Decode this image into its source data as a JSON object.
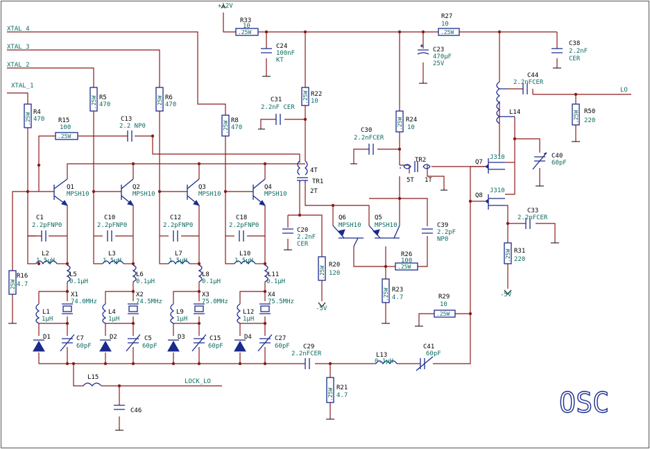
{
  "title": "OSC",
  "nets": {
    "supply": "+12V",
    "neg_supply_1": "-5V",
    "neg_supply_2": "-5V",
    "xtal_4": "XTAL_4",
    "xtal_3": "XTAL_3",
    "xtal_2": "XTAL_2",
    "xtal_1": "XTAL_1",
    "output": "LO",
    "lock": "LOCK_LO"
  },
  "resistors": [
    {
      "ref": "R33",
      "value": "10",
      "body": ".25W"
    },
    {
      "ref": "R27",
      "value": "10",
      "body": ".25W"
    },
    {
      "ref": "R4",
      "value": "470",
      "body": ".25W"
    },
    {
      "ref": "R5",
      "value": "470",
      "body": ".25W"
    },
    {
      "ref": "R6",
      "value": "470",
      "body": ".25W"
    },
    {
      "ref": "R8",
      "value": "470",
      "body": ".25W"
    },
    {
      "ref": "R15",
      "value": "100",
      "body": ".25W"
    },
    {
      "ref": "R22",
      "value": "10",
      "body": ".25W"
    },
    {
      "ref": "R24",
      "value": "10",
      "body": ".25W"
    },
    {
      "ref": "R50",
      "value": "220",
      "body": ".25W"
    },
    {
      "ref": "R16",
      "value": "4.7",
      "body": ".25W"
    },
    {
      "ref": "R20",
      "value": "120",
      "body": ".25W"
    },
    {
      "ref": "R26",
      "value": "100",
      "body": ".25W"
    },
    {
      "ref": "R23",
      "value": "4.7",
      "body": ".25W"
    },
    {
      "ref": "R29",
      "value": "10",
      "body": ".25W"
    },
    {
      "ref": "R31",
      "value": "220",
      "body": ".25W"
    },
    {
      "ref": "R21",
      "value": "4.7",
      "body": ".25W"
    }
  ],
  "capacitors": [
    {
      "ref": "C24",
      "value": "100nF",
      "value2": "KT"
    },
    {
      "ref": "C23",
      "value": "470µF",
      "value2": "25V"
    },
    {
      "ref": "C38",
      "value": "2.2nF",
      "value2": "CER"
    },
    {
      "ref": "C44",
      "value": "2.2nFCER"
    },
    {
      "ref": "C31",
      "value": "2.2nF CER"
    },
    {
      "ref": "C13",
      "value": "2.2 NP0"
    },
    {
      "ref": "C30",
      "value": "2.2nFCER"
    },
    {
      "ref": "C40",
      "value": "60pF"
    },
    {
      "ref": "C1",
      "value": "2.2pFNP0"
    },
    {
      "ref": "C10",
      "value": "2.2pFNP0"
    },
    {
      "ref": "C12",
      "value": "2.2pFNP0"
    },
    {
      "ref": "C18",
      "value": "2.2pFNP0"
    },
    {
      "ref": "C20",
      "value": "2.2nF",
      "value2": "CER"
    },
    {
      "ref": "C39",
      "value": "2.2pF",
      "value2": "NP0"
    },
    {
      "ref": "C33",
      "value": "2.2nFCER"
    },
    {
      "ref": "C7",
      "value": "60pF"
    },
    {
      "ref": "C5",
      "value": "60pF"
    },
    {
      "ref": "C15",
      "value": "60pF"
    },
    {
      "ref": "C27",
      "value": "60pF"
    },
    {
      "ref": "C29",
      "value": "2.2nFCER"
    },
    {
      "ref": "C41",
      "value": "60pF"
    },
    {
      "ref": "C46",
      "value": ""
    }
  ],
  "inductors": [
    {
      "ref": "L14",
      "value": ""
    },
    {
      "ref": "L2",
      "value": "1.5µH"
    },
    {
      "ref": "L3",
      "value": "1.5µH"
    },
    {
      "ref": "L7",
      "value": "1.5µH"
    },
    {
      "ref": "L10",
      "value": "1.5µH"
    },
    {
      "ref": "L5",
      "value": "0.1µH"
    },
    {
      "ref": "L6",
      "value": "0.1µH"
    },
    {
      "ref": "L8",
      "value": "0.1µH"
    },
    {
      "ref": "L11",
      "value": "0.1µH"
    },
    {
      "ref": "L1",
      "value": "1µH"
    },
    {
      "ref": "L4",
      "value": "1µH"
    },
    {
      "ref": "L9",
      "value": "1µH"
    },
    {
      "ref": "L12",
      "value": "1µH"
    },
    {
      "ref": "L13",
      "value": "0.1µH"
    },
    {
      "ref": "L15",
      "value": ""
    }
  ],
  "transistors": [
    {
      "ref": "Q1",
      "value": "MPSH10"
    },
    {
      "ref": "Q2",
      "value": "MPSH10"
    },
    {
      "ref": "Q3",
      "value": "MPSH10"
    },
    {
      "ref": "Q4",
      "value": "MPSH10"
    },
    {
      "ref": "Q6",
      "value": "MPSH10"
    },
    {
      "ref": "Q5",
      "value": "MPSH10"
    },
    {
      "ref": "Q7",
      "value": "J310"
    },
    {
      "ref": "Q8",
      "value": "J310"
    }
  ],
  "crystals": [
    {
      "ref": "X1",
      "value": "74.0MHz"
    },
    {
      "ref": "X2",
      "value": "74.5MHz"
    },
    {
      "ref": "X3",
      "value": "75.0MHz"
    },
    {
      "ref": "X4",
      "value": "75.5MHz"
    }
  ],
  "diodes": [
    "D1",
    "D2",
    "D3",
    "D4"
  ],
  "transformers": [
    {
      "ref": "TR1",
      "primary": "4T",
      "secondary": "2T"
    },
    {
      "ref": "TR2",
      "primary": "5T",
      "secondary": "1T"
    }
  ]
}
